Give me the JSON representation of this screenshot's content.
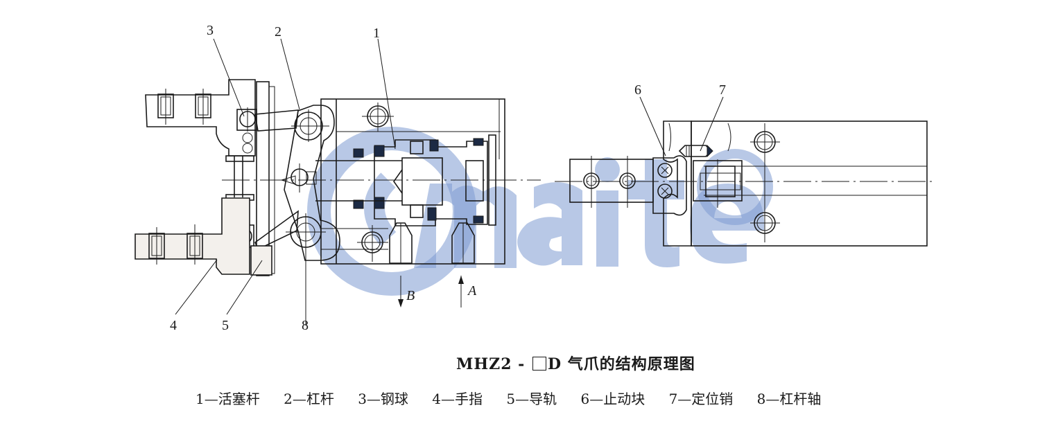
{
  "figure": {
    "title_prefix": "MHZ2 -",
    "title_suffix": "D 气爪的结构原理图",
    "title_full": "MHZ2 - □D 气爪的结构原理图",
    "watermark": "maite",
    "watermark_color": "#7d9ad1"
  },
  "callouts": {
    "n1": "1",
    "n2": "2",
    "n3": "3",
    "n4": "4",
    "n5": "5",
    "n6": "6",
    "n7": "7",
    "n8": "8"
  },
  "ports": {
    "b_label": "B",
    "a_label": "A"
  },
  "legend": {
    "items": [
      {
        "num": "1",
        "text": "1—活塞杆"
      },
      {
        "num": "2",
        "text": "2—杠杆"
      },
      {
        "num": "3",
        "text": "3—钢球"
      },
      {
        "num": "4",
        "text": "4—手指"
      },
      {
        "num": "5",
        "text": "5—导轨"
      },
      {
        "num": "6",
        "text": "6—止动块"
      },
      {
        "num": "7",
        "text": "7—定位销"
      },
      {
        "num": "8",
        "text": "8—杠杆轴"
      }
    ]
  }
}
